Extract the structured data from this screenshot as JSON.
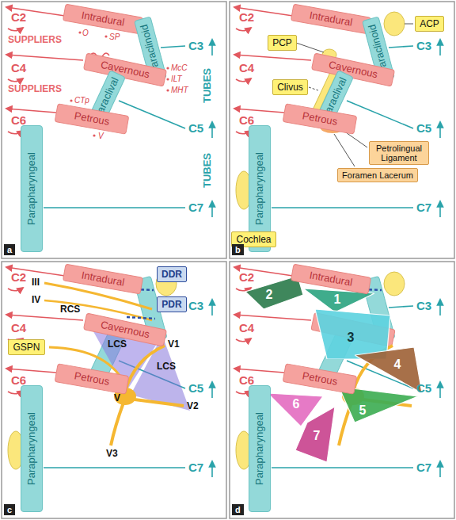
{
  "diagram": {
    "nodes": [
      {
        "text": [
          "Intradural"
        ]
      },
      {
        "text": [
          "Paraclinoid"
        ]
      },
      {
        "text": [
          "Cavernous"
        ]
      },
      {
        "text": [
          "Paraclival"
        ]
      },
      {
        "text": [
          "Petrous"
        ]
      },
      {
        "text": [
          "Parapharyngeal"
        ]
      },
      {
        "text": [
          "Intradural"
        ]
      },
      {
        "text": [
          "Paraclinoid"
        ]
      },
      {
        "text": [
          "Cavernous"
        ]
      },
      {
        "text": [
          "Paraclival"
        ]
      },
      {
        "text": [
          "Petrous"
        ]
      },
      {
        "text": [
          "Parapharyngeal"
        ]
      },
      {
        "text": [
          "ACP"
        ]
      },
      {
        "text": [
          "PCP"
        ]
      },
      {
        "text": [
          "Clivus"
        ]
      },
      {
        "text": [
          "Petrolingual Ligament"
        ]
      },
      {
        "text": [
          "Foramen Lacerum"
        ]
      },
      {
        "text": [
          "Cochlea"
        ]
      },
      {
        "text": [
          "Intradural"
        ]
      },
      {
        "text": [
          "Cavernous"
        ]
      },
      {
        "text": [
          "Petrous"
        ]
      },
      {
        "text": [
          "Parapharyngeal"
        ]
      },
      {
        "text": [
          "GSPN"
        ]
      },
      {
        "text": [
          "DDR"
        ]
      },
      {
        "text": [
          "PDR"
        ]
      },
      {
        "text": [
          "Intradural"
        ]
      },
      {
        "text": [
          "Petrous"
        ]
      },
      {
        "text": [
          "Parapharyngeal"
        ]
      },
      {
        "text": [
          "2"
        ]
      },
      {
        "text": [
          "1"
        ]
      },
      {
        "text": [
          "3"
        ]
      },
      {
        "text": [
          "4"
        ]
      },
      {
        "text": [
          "5"
        ]
      },
      {
        "text": [
          "6"
        ]
      },
      {
        "text": [
          "7"
        ]
      }
    ],
    "labels": [
      "a",
      "C2",
      "SUPPLIERS",
      "O",
      "SP",
      "C3",
      "C4",
      "McC",
      "ILT",
      "MHT",
      "SUPPLIERS",
      "TUBES",
      "CTp",
      "C6",
      "C5",
      "TUBES",
      "V",
      "C7",
      "b",
      "C2",
      "C3",
      "C4",
      "C5",
      "C6",
      "C7",
      "c",
      "C2",
      "III",
      "IV",
      "RCS",
      "C3",
      "C4",
      "V1",
      "LCS",
      "LCS",
      "C6",
      "V",
      "C5",
      "V2",
      "V3",
      "C7",
      "d",
      "C2",
      "C3",
      "C4",
      "C5",
      "C6",
      "C7"
    ]
  }
}
